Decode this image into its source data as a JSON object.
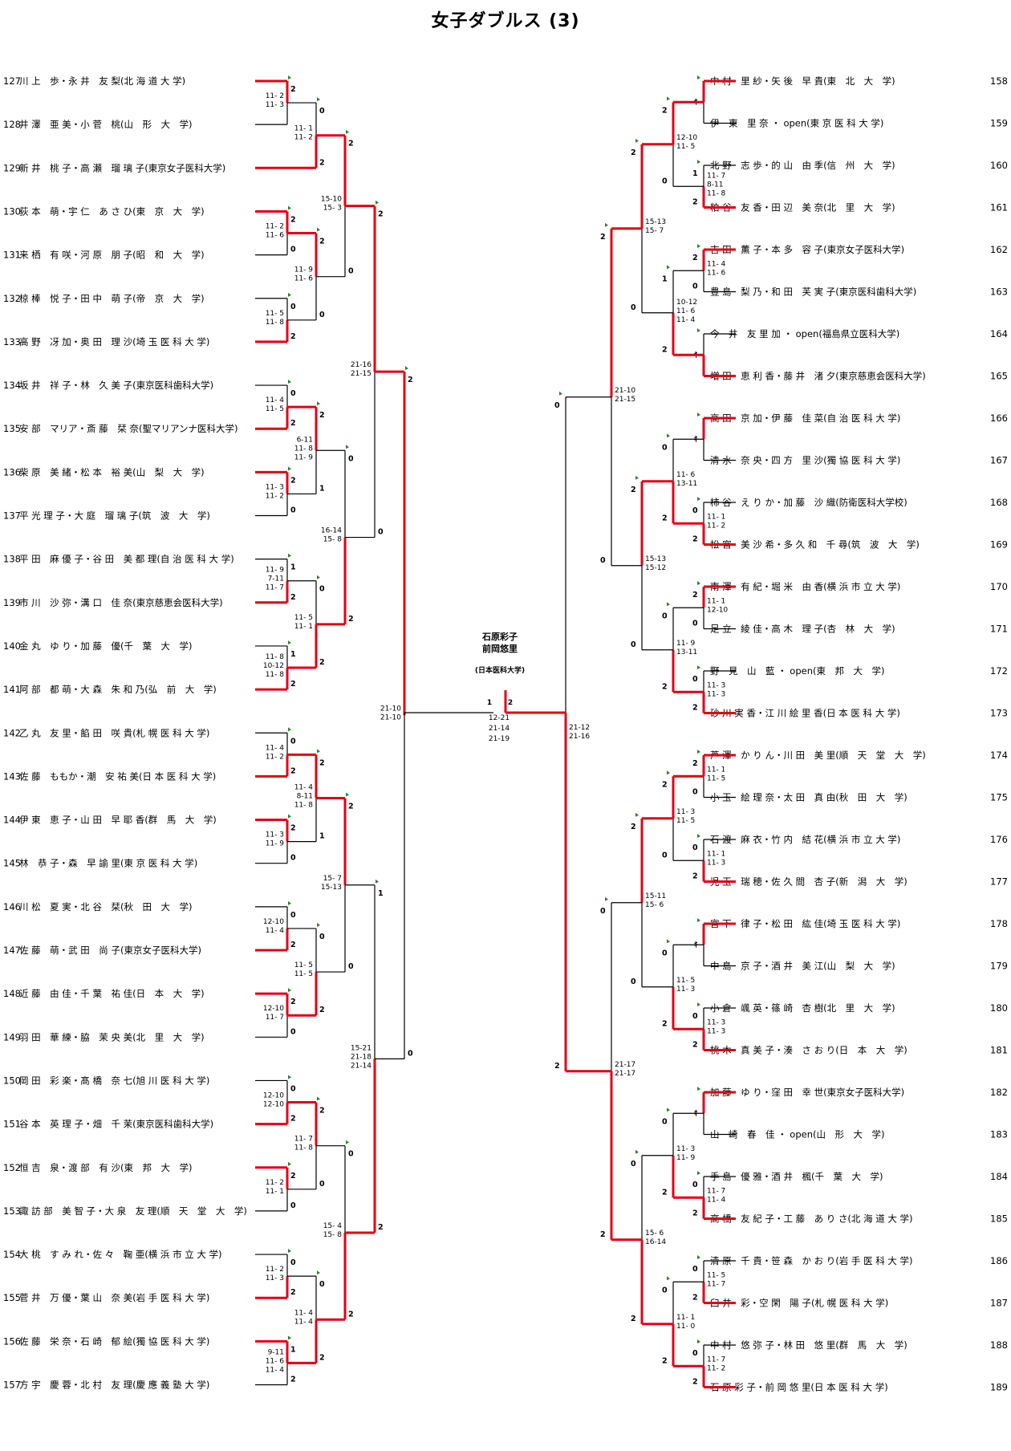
{
  "title": "女子ダブルス (3)",
  "champion": {
    "name1": "石原彩子",
    "name2": "前岡悠里",
    "school": "(日本医科大学)"
  },
  "left_players": [
    {
      "seed": "127",
      "names": "川 上　歩・永 井　友 梨",
      "school": "北 海 道 大 学"
    },
    {
      "seed": "128",
      "names": "井 澤　亜 美・小 菅　桃",
      "school": "山　形　大　学"
    },
    {
      "seed": "129",
      "names": "新 井　桃 子・高 瀬　瑠 璃 子",
      "school": "東京女子医科大学"
    },
    {
      "seed": "130",
      "names": "荻 本　萌・宇 仁　あ さ ひ",
      "school": "東　京　大　学"
    },
    {
      "seed": "131",
      "names": "来 栖　有 咲・河 原　朋 子",
      "school": "昭　和　大　学"
    },
    {
      "seed": "132",
      "names": "椋 棒　悦 子・田 中　萌 子",
      "school": "帝　京　大　学"
    },
    {
      "seed": "133",
      "names": "高 野　冴 加・奥 田　理 沙",
      "school": "埼 玉 医 科 大 学"
    },
    {
      "seed": "134",
      "names": "坂 井　祥 子・林　久 美 子",
      "school": "東京医科歯科大学"
    },
    {
      "seed": "135",
      "names": "安 部　マリア・斎 藤　栞 奈",
      "school": "聖マリアンナ医科大学"
    },
    {
      "seed": "136",
      "names": "柴 原　美 緒・松 本　裕 美",
      "school": "山　梨　大　学"
    },
    {
      "seed": "137",
      "names": "平 光 理 子・大 庭　瑠 璃 子",
      "school": "筑　波　大　学"
    },
    {
      "seed": "138",
      "names": "平 田　麻 優 子・谷 田　美 都 理",
      "school": "自 治 医 科 大 学"
    },
    {
      "seed": "139",
      "names": "市 川　沙 弥・溝 口　佳 奈",
      "school": "東京慈恵会医科大学"
    },
    {
      "seed": "140",
      "names": "金 丸　ゆ り・加 藤　優",
      "school": "千　葉　大　学"
    },
    {
      "seed": "141",
      "names": "阿 部　都 萌・大 森　朱 和 乃",
      "school": "弘　前　大　学"
    },
    {
      "seed": "142",
      "names": "乙 丸　友 里・餡 田　咲 貴",
      "school": "札 幌 医 科 大 学"
    },
    {
      "seed": "143",
      "names": "佐 藤　ももか・潮　安 祐 美",
      "school": "日 本 医 科 大 学"
    },
    {
      "seed": "144",
      "names": "伊 東　恵 子・山 田　早 耶 香",
      "school": "群　馬　大　学"
    },
    {
      "seed": "145",
      "names": "林　恭 子・森　早 諭 里",
      "school": "東 京 医 科 大 学"
    },
    {
      "seed": "146",
      "names": "川 松　夏 実・北 谷　栞",
      "school": "秋　田　大　学"
    },
    {
      "seed": "147",
      "names": "佐 藤　萌・武 田　尚 子",
      "school": "東京女子医科大学"
    },
    {
      "seed": "148",
      "names": "近 藤　由 佳・千 葉　祐 佳",
      "school": "日　本　大　学"
    },
    {
      "seed": "149",
      "names": "羽 田　華 練・脇　茉 央 美",
      "school": "北　里　大　学"
    },
    {
      "seed": "150",
      "names": "岡 田　彩 楽・髙 橋　奈 七",
      "school": "旭 川 医 科 大 学"
    },
    {
      "seed": "151",
      "names": "谷 本　英 理 子・畑　千 茉",
      "school": "東京医科歯科大学"
    },
    {
      "seed": "152",
      "names": "恒 吉　泉・渡 部　有 沙",
      "school": "東　邦　大　学"
    },
    {
      "seed": "153",
      "names": "諏 訪 部　美 智 子・大 泉　友 理",
      "school": "順　天　堂　大　学"
    },
    {
      "seed": "154",
      "names": "大 桃　す み れ・佐 々　鞠 亜",
      "school": "横 浜 市 立 大 学"
    },
    {
      "seed": "155",
      "names": "菅 井　万 優・葉 山　奈 美",
      "school": "岩 手 医 科 大 学"
    },
    {
      "seed": "156",
      "names": "佐 藤　栄 奈・石 崎　郁 絵",
      "school": "獨 協 医 科 大 学"
    },
    {
      "seed": "157",
      "names": "方 宇　慶 蓉・北 村　友 理",
      "school": "慶 應 義 塾 大 学"
    }
  ],
  "right_players": [
    {
      "seed": "158",
      "names": "中 村　里 紗・矢 後　早 貴",
      "school": "東　北　大　学"
    },
    {
      "seed": "159",
      "names": "伊　東　里 奈 ・ open",
      "school": "東 京 医 科 大 学"
    },
    {
      "seed": "160",
      "names": "北 野　志 歩・的 山　由 季",
      "school": "信　州　大　学"
    },
    {
      "seed": "161",
      "names": "粕 谷　友 香・田 辺　美 奈",
      "school": "北　里　大　学"
    },
    {
      "seed": "162",
      "names": "吉 田　薫 子・本 多　容 子",
      "school": "東京女子医科大学"
    },
    {
      "seed": "163",
      "names": "豊 島　梨 乃・和 田　芙 実 子",
      "school": "東京医科歯科大学"
    },
    {
      "seed": "164",
      "names": "今　井　友 里 加 ・ open",
      "school": "福島県立医科大学"
    },
    {
      "seed": "165",
      "names": "増 田　恵 利 香・藤 井　渚 夕",
      "school": "東京慈恵会医科大学"
    },
    {
      "seed": "166",
      "names": "高 田　京 加・伊 藤　佳 菜",
      "school": "自 治 医 科 大 学"
    },
    {
      "seed": "167",
      "names": "清 水　奈 央・四 方　里 沙",
      "school": "獨 協 医 科 大 学"
    },
    {
      "seed": "168",
      "names": "柿 谷　え り か・加 藤　沙 織",
      "school": "防衛医科大学校"
    },
    {
      "seed": "169",
      "names": "松 宮　美 沙 希・多 久 和　千 尋",
      "school": "筑　波　大　学"
    },
    {
      "seed": "170",
      "names": "南 澤　有 紀・堀 米　由 香",
      "school": "横 浜 市 立 大 学"
    },
    {
      "seed": "171",
      "names": "足 立　綾 佳・高 木　理 子",
      "school": "杏　林　大　学"
    },
    {
      "seed": "172",
      "names": "野　見　山　藍 ・ open",
      "school": "東　邦　大　学"
    },
    {
      "seed": "173",
      "names": "砂 川 実 香・江 川 絵 里 香",
      "school": "日 本 医 科 大 学"
    },
    {
      "seed": "174",
      "names": "芦 澤　か り ん・川 田　美 里",
      "school": "順　天　堂　大　学"
    },
    {
      "seed": "175",
      "names": "小 玉　絵 理 奈・太 田　真 由",
      "school": "秋　田　大　学"
    },
    {
      "seed": "176",
      "names": "石 渡　麻 衣・竹 内　結 花",
      "school": "横 浜 市 立 大 学"
    },
    {
      "seed": "177",
      "names": "児 玉　瑞 穂・佐 久 間　杏 子",
      "school": "新　潟　大　学"
    },
    {
      "seed": "178",
      "names": "宮 下　律 子・松 田　紘 佳",
      "school": "埼 玉 医 科 大 学"
    },
    {
      "seed": "179",
      "names": "中 島　京 子・酒 井　美 江",
      "school": "山　梨　大　学"
    },
    {
      "seed": "180",
      "names": "小 倉　颯 英・篠 崎　杏 樹",
      "school": "北　里　大　学"
    },
    {
      "seed": "181",
      "names": "桃 木　真 美 子・湊　さ お り",
      "school": "日　本　大　学"
    },
    {
      "seed": "182",
      "names": "加 藤　ゆ り・窪 田　幸 世",
      "school": "東京女子医科大学"
    },
    {
      "seed": "183",
      "names": "山　崎　春　佳 ・ open",
      "school": "山　形　大　学"
    },
    {
      "seed": "184",
      "names": "手 島　優 雅・酒 井　楓",
      "school": "千　葉　大　学"
    },
    {
      "seed": "185",
      "names": "高 橋　友 紀 子・工 藤　あ り さ",
      "school": "北 海 道 大 学"
    },
    {
      "seed": "186",
      "names": "清 原　千 貴・笹 森　か お り",
      "school": "岩 手 医 科 大 学"
    },
    {
      "seed": "187",
      "names": "臼 井　彩・空 閑　陽 子",
      "school": "札 幌 医 科 大 学"
    },
    {
      "seed": "188",
      "names": "中 村　悠 弥 子・林 田　悠 里",
      "school": "群　馬　大　学"
    },
    {
      "seed": "189",
      "names": "石 原 彩 子・前 岡 悠 里",
      "school": "日 本 医 科 大 学"
    }
  ],
  "left_matches": [
    {
      "i": 0,
      "w": "A",
      "sa": "2",
      "sb": "",
      "scores": [
        "11- 2",
        "11- 3"
      ]
    },
    {
      "i": 1,
      "w": "A",
      "sa": "2",
      "sb": "0",
      "scores": [
        "11- 2",
        "11- 6"
      ]
    },
    {
      "i": 2,
      "w": "B",
      "sa": "0",
      "sb": "2",
      "scores": [
        "11- 5",
        "11- 8"
      ]
    },
    {
      "i": 3,
      "w": "B",
      "sa": "0",
      "sb": "2",
      "scores": [
        "11- 4",
        "11- 5"
      ]
    },
    {
      "i": 4,
      "w": "A",
      "sa": "2",
      "sb": "0",
      "scores": [
        "11- 3",
        "11- 2"
      ]
    },
    {
      "i": 5,
      "w": "B",
      "sa": "1",
      "sb": "2",
      "scores": [
        "11- 9",
        "7-11",
        "11- 7"
      ]
    },
    {
      "i": 6,
      "w": "B",
      "sa": "1",
      "sb": "2",
      "scores": [
        "11- 8",
        "10-12",
        "11- 8"
      ]
    },
    {
      "i": 7,
      "w": "B",
      "sa": "0",
      "sb": "2",
      "scores": [
        "11- 4",
        "11- 2"
      ]
    },
    {
      "i": 8,
      "w": "A",
      "sa": "2",
      "sb": "0",
      "scores": [
        "11- 3",
        "11- 9"
      ]
    },
    {
      "i": 9,
      "w": "B",
      "sa": "0",
      "sb": "2",
      "scores": [
        "12-10",
        "11- 4"
      ]
    },
    {
      "i": 10,
      "w": "A",
      "sa": "2",
      "sb": "0",
      "scores": [
        "12-10",
        "11- 7"
      ]
    },
    {
      "i": 11,
      "w": "B",
      "sa": "0",
      "sb": "2",
      "scores": [
        "12-10",
        "12-10"
      ]
    },
    {
      "i": 12,
      "w": "A",
      "sa": "2",
      "sb": "0",
      "scores": [
        "11- 2",
        "11- 1"
      ]
    },
    {
      "i": 13,
      "w": "B",
      "sa": "0",
      "sb": "2",
      "scores": [
        "11- 2",
        "11- 3"
      ]
    },
    {
      "i": 14,
      "w": "A",
      "sa": "1",
      "sb": "2",
      "scores": [
        "9-11",
        "11- 6",
        "11- 4"
      ]
    },
    {
      "i": 15,
      "w": "B",
      "sa": "0",
      "sb": "2",
      "scores": [
        "11- 1",
        "11- 2"
      ]
    },
    {
      "i": 16,
      "w": "A",
      "sa": "2",
      "sb": "0",
      "scores": [
        "11- 9",
        "11- 6"
      ]
    },
    {
      "i": 17,
      "w": "A",
      "sa": "2",
      "sb": "1",
      "scores": [
        "6-11",
        "11- 8",
        "11- 9"
      ]
    },
    {
      "i": 18,
      "w": "B",
      "sa": "0",
      "sb": "2",
      "scores": [
        "11- 5",
        "11- 1"
      ]
    },
    {
      "i": 19,
      "w": "A",
      "sa": "2",
      "sb": "1",
      "scores": [
        "11- 4",
        "8-11",
        "11- 8"
      ]
    },
    {
      "i": 20,
      "w": "B",
      "sa": "0",
      "sb": "2",
      "scores": [
        "11- 5",
        "11- 5"
      ]
    },
    {
      "i": 21,
      "w": "A",
      "sa": "2",
      "sb": "0",
      "scores": [
        "11- 7",
        "11- 8"
      ]
    },
    {
      "i": 22,
      "w": "B",
      "sa": "0",
      "sb": "2",
      "scores": [
        "11- 4",
        "11- 4"
      ]
    },
    {
      "i": 23,
      "w": "A",
      "sa": "2",
      "sb": "0",
      "scores": [
        "15-10",
        "15- 3"
      ]
    },
    {
      "i": 24,
      "w": "B",
      "sa": "0",
      "sb": "2",
      "scores": [
        "16-14",
        "15- 8"
      ]
    },
    {
      "i": 25,
      "w": "A",
      "sa": "2",
      "sb": "0",
      "scores": [
        "15- 7",
        "15-13"
      ]
    },
    {
      "i": 26,
      "w": "B",
      "sa": "0",
      "sb": "2",
      "scores": [
        "15- 4",
        "15- 8"
      ]
    },
    {
      "i": 27,
      "w": "A",
      "sa": "2",
      "sb": "0",
      "scores": [
        "21-16",
        "21-15"
      ]
    },
    {
      "i": 28,
      "w": "B",
      "sa": "1",
      "sb": "2",
      "scores": [
        "15-21",
        "21-18",
        "21-14"
      ]
    },
    {
      "i": 29,
      "w": "A",
      "sa": "2",
      "sb": "0",
      "scores": [
        "21-10",
        "21-10"
      ]
    }
  ],
  "right_matches": [
    {
      "i": 0,
      "w": "A",
      "sa": "",
      "sb": "",
      "scores": [],
      "bye": "B"
    },
    {
      "i": 1,
      "w": "B",
      "sa": "1",
      "sb": "2",
      "scores": [
        "11- 7",
        "8-11",
        "11- 8"
      ]
    },
    {
      "i": 2,
      "w": "A",
      "sa": "2",
      "sb": "0",
      "scores": [
        "11- 4",
        "11- 6"
      ]
    },
    {
      "i": 3,
      "w": "B",
      "sa": "",
      "sb": "",
      "scores": [],
      "bye": "A"
    },
    {
      "i": 4,
      "w": "A",
      "sa": "",
      "sb": "",
      "scores": [],
      "bye": "B"
    },
    {
      "i": 5,
      "w": "B",
      "sa": "0",
      "sb": "2",
      "scores": [
        "11- 1",
        "11- 2"
      ]
    },
    {
      "i": 6,
      "w": "A",
      "sa": "2",
      "sb": "0",
      "scores": [
        "11- 1",
        "12-10"
      ]
    },
    {
      "i": 7,
      "w": "B",
      "sa": "0",
      "sb": "2",
      "scores": [
        "11- 3",
        "11- 3"
      ]
    },
    {
      "i": 8,
      "w": "A",
      "sa": "2",
      "sb": "0",
      "scores": [
        "11- 1",
        "11- 5"
      ]
    },
    {
      "i": 9,
      "w": "B",
      "sa": "0",
      "sb": "2",
      "scores": [
        "11- 1",
        "11- 3"
      ]
    },
    {
      "i": 10,
      "w": "A",
      "sa": "",
      "sb": "",
      "scores": [],
      "bye": "B"
    },
    {
      "i": 11,
      "w": "B",
      "sa": "0",
      "sb": "2",
      "scores": [
        "11- 3",
        "11- 3"
      ]
    },
    {
      "i": 12,
      "w": "A",
      "sa": "",
      "sb": "",
      "scores": [],
      "bye": "B"
    },
    {
      "i": 13,
      "w": "B",
      "sa": "0",
      "sb": "2",
      "scores": [
        "11- 7",
        "11- 4"
      ]
    },
    {
      "i": 14,
      "w": "B",
      "sa": "0",
      "sb": "2",
      "scores": [
        "11- 5",
        "11- 7"
      ]
    },
    {
      "i": 15,
      "w": "B",
      "sa": "0",
      "sb": "2",
      "scores": [
        "11- 7",
        "11- 2"
      ]
    },
    {
      "i": 16,
      "w": "A",
      "sa": "2",
      "sb": "0",
      "scores": [
        "12-10",
        "11- 5"
      ]
    },
    {
      "i": 17,
      "w": "B",
      "sa": "1",
      "sb": "2",
      "scores": [
        "10-12",
        "11- 6",
        "11- 4"
      ]
    },
    {
      "i": 18,
      "w": "B",
      "sa": "0",
      "sb": "2",
      "scores": [
        "11- 6",
        "13-11"
      ]
    },
    {
      "i": 19,
      "w": "B",
      "sa": "0",
      "sb": "2",
      "scores": [
        "11- 9",
        "13-11"
      ]
    },
    {
      "i": 20,
      "w": "A",
      "sa": "2",
      "sb": "0",
      "scores": [
        "11- 3",
        "11- 5"
      ]
    },
    {
      "i": 21,
      "w": "B",
      "sa": "0",
      "sb": "2",
      "scores": [
        "11- 5",
        "11- 3"
      ]
    },
    {
      "i": 22,
      "w": "B",
      "sa": "0",
      "sb": "2",
      "scores": [
        "11- 3",
        "11- 9"
      ]
    },
    {
      "i": 23,
      "w": "B",
      "sa": "0",
      "sb": "2",
      "scores": [
        "11- 1",
        "11- 0"
      ]
    },
    {
      "i": 24,
      "w": "A",
      "sa": "2",
      "sb": "0",
      "scores": [
        "15-13",
        "15- 7"
      ]
    },
    {
      "i": 25,
      "w": "A",
      "sa": "2",
      "sb": "0",
      "scores": [
        "15-13",
        "15-12"
      ]
    },
    {
      "i": 26,
      "w": "A",
      "sa": "2",
      "sb": "0",
      "scores": [
        "15-11",
        "15- 6"
      ]
    },
    {
      "i": 27,
      "w": "B",
      "sa": "0",
      "sb": "2",
      "scores": [
        "15- 6",
        "16-14"
      ]
    },
    {
      "i": 28,
      "w": "A",
      "sa": "2",
      "sb": "0",
      "scores": [
        "21-10",
        "21-15"
      ]
    },
    {
      "i": 29,
      "w": "B",
      "sa": "0",
      "sb": "2",
      "scores": [
        "21-17",
        "21-17"
      ]
    },
    {
      "i": 30,
      "w": "B",
      "sa": "0",
      "sb": "2",
      "scores": [
        "21-12",
        "21-16"
      ]
    }
  ],
  "final": {
    "w": "R",
    "sa": "1",
    "sb": "2",
    "scores": [
      "12-21",
      "21-14",
      "21-19"
    ]
  }
}
